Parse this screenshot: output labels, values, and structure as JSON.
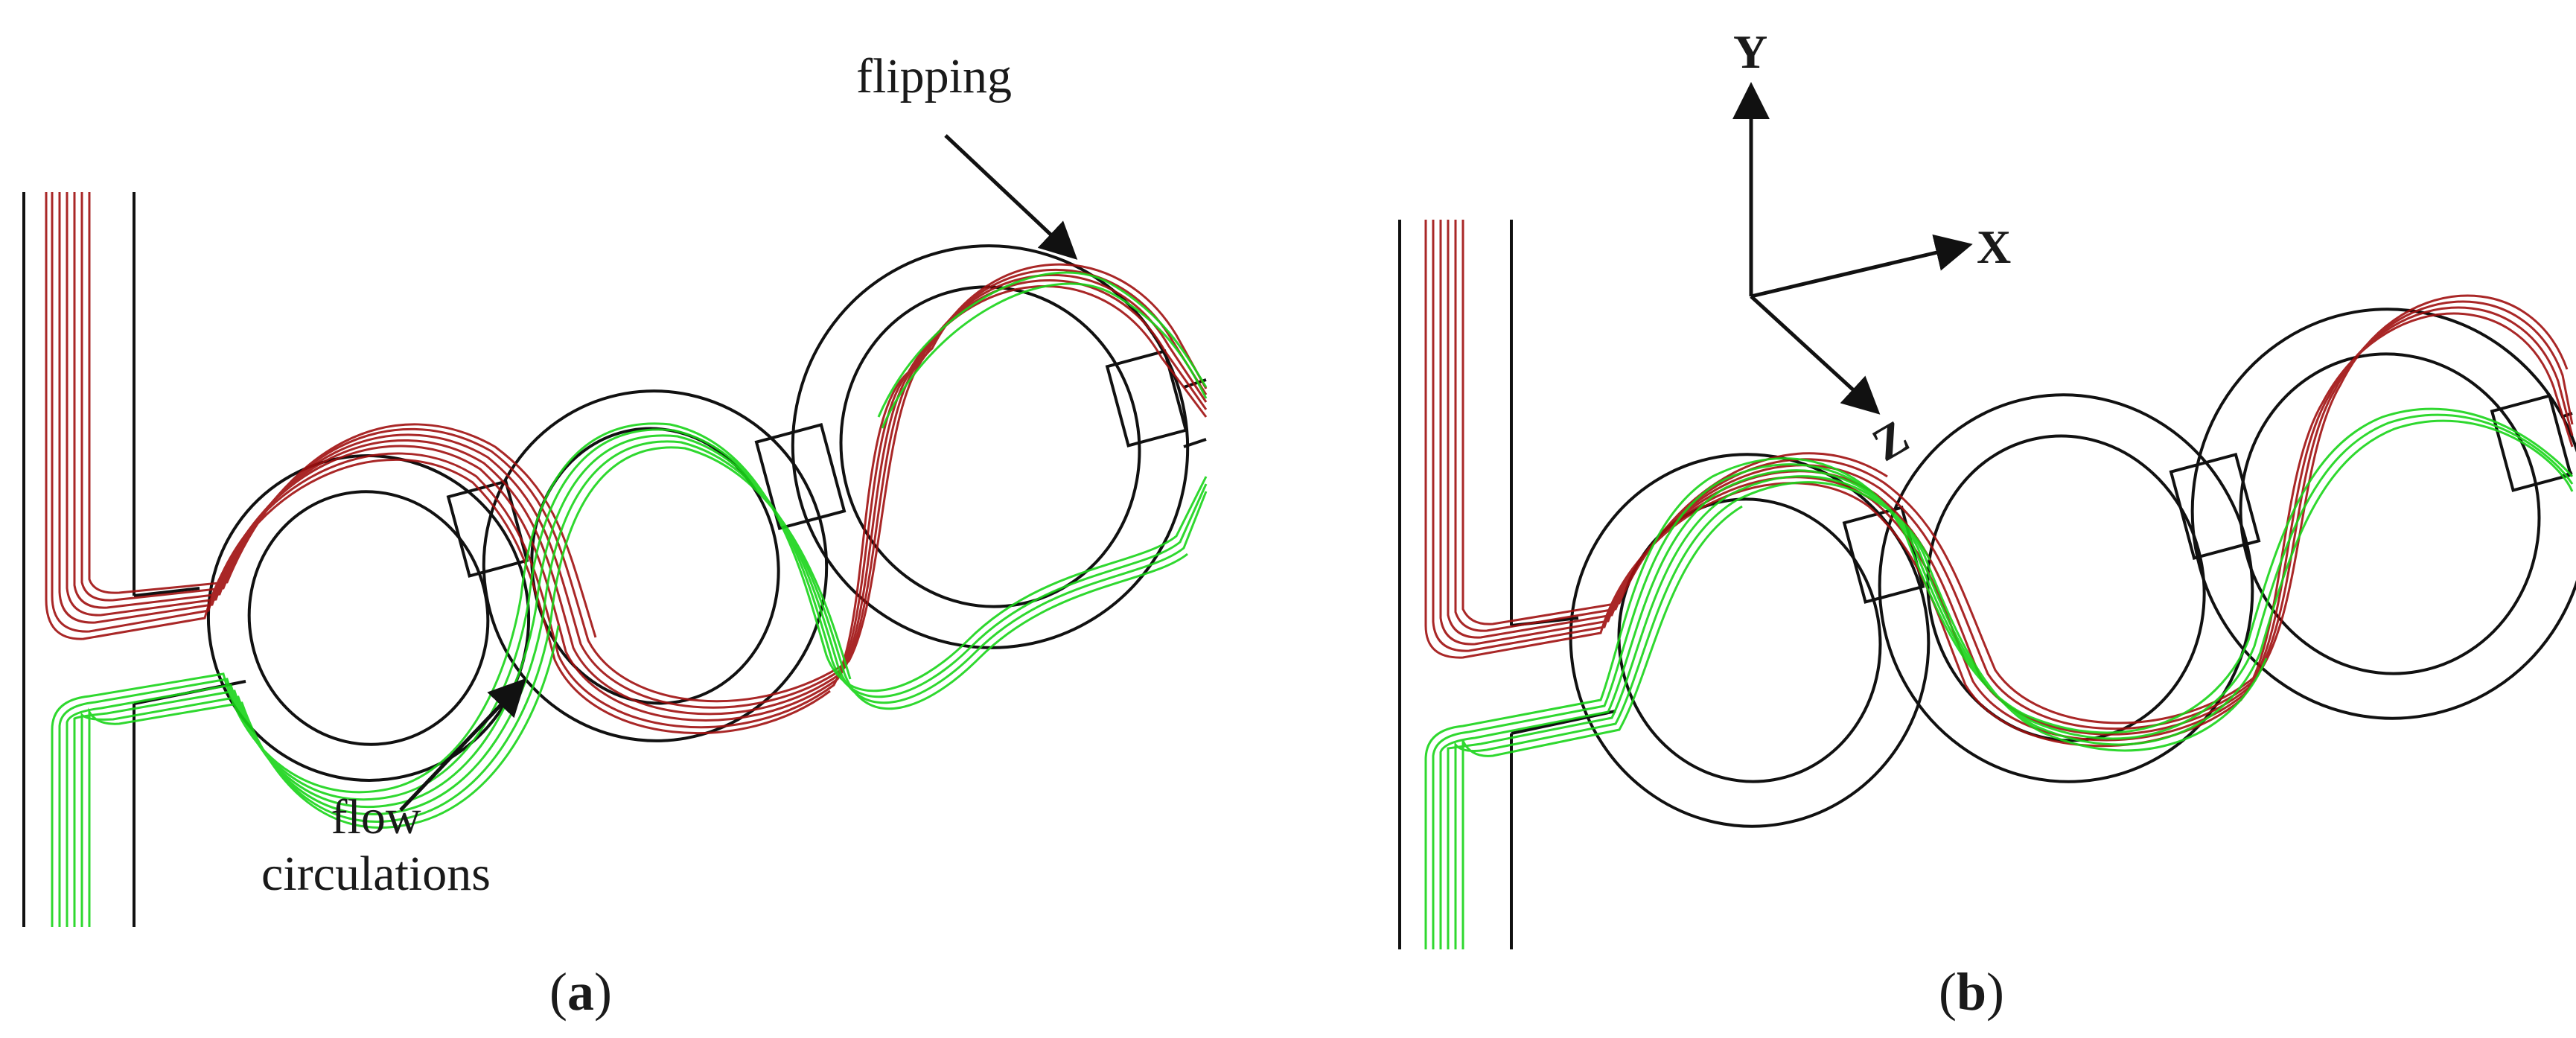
{
  "figure": {
    "panel_a": {
      "caption_letter": "a",
      "annotations": {
        "flipping": "flipping",
        "flow_line1": "flow",
        "flow_line2": "circulations"
      }
    },
    "panel_b": {
      "caption_letter": "b",
      "axes": {
        "x": "X",
        "y": "Y",
        "z": "Z"
      }
    },
    "colors": {
      "stream_upper": "#a01010",
      "stream_lower": "#19d419",
      "outline": "#111111"
    }
  }
}
